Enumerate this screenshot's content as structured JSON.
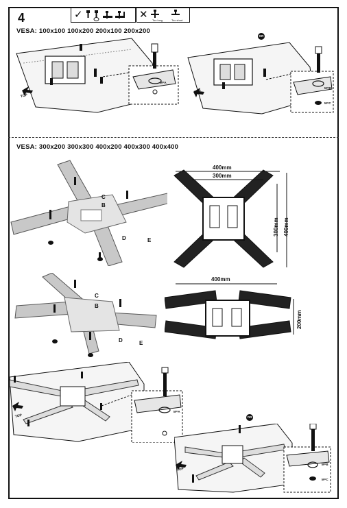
{
  "step": "4",
  "legend": {
    "caption_no_1": "Too long",
    "caption_no_2": "Too short"
  },
  "section1": {
    "vesa_text": "VESA: 100x100 100x200 200x100 200x200",
    "or_label": "OR",
    "top_label": "TOP",
    "callout_a": "M=A",
    "callout_b": "M=B",
    "callout_c": "M=C"
  },
  "section2": {
    "vesa_text": "VESA: 300x200 300x300 400x200 400x300 400x400",
    "label_c": "C",
    "label_b": "B",
    "label_d": "D",
    "label_e": "E",
    "dim_400_top": "400mm",
    "dim_300_top": "300mm",
    "dim_300_side": "300mm",
    "dim_400_side": "400mm",
    "dim_400_wide": "400mm",
    "dim_200_side": "200mm",
    "or_label": "OR",
    "top_label": "TOP",
    "callout_a": "M=A",
    "callout_b": "M=B",
    "callout_c": "M=C"
  },
  "colors": {
    "ink": "#111111",
    "grey": "#bdbdbd",
    "bracket": "#222222"
  }
}
